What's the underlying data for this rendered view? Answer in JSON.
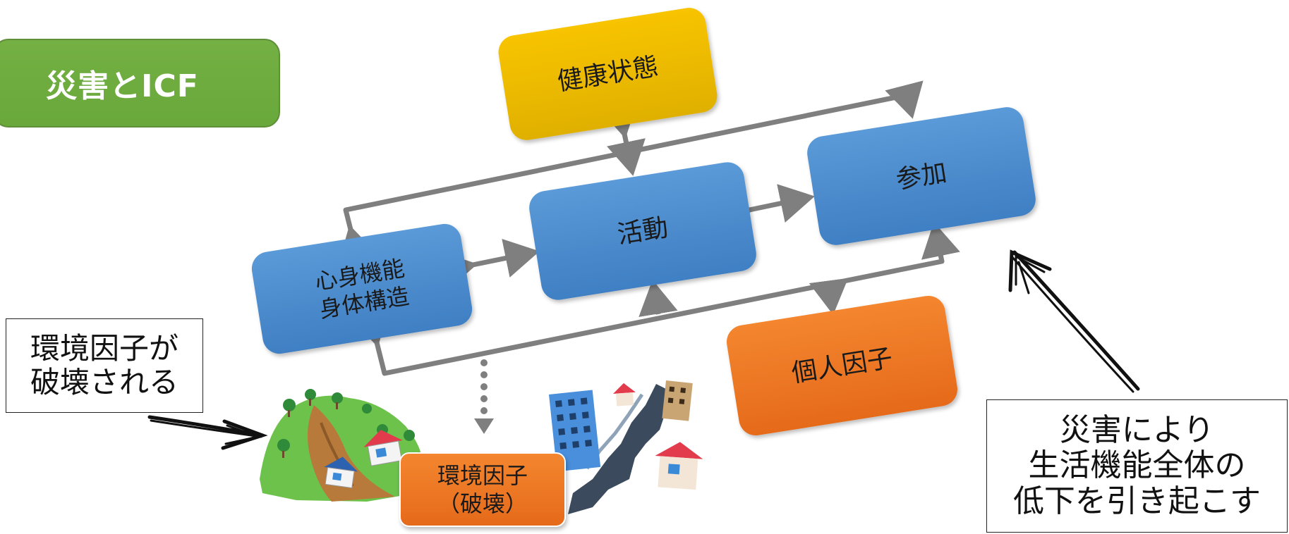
{
  "title": "災害とICF",
  "nodes": {
    "health_condition": "健康状態",
    "body_functions": [
      "心身機能",
      "身体構造"
    ],
    "activity": "活動",
    "participation": "参加",
    "personal_factors": "個人因子",
    "environmental_factors": [
      "環境因子",
      "（破壊）"
    ]
  },
  "notes": {
    "environment_destroyed": [
      "環境因子が",
      "破壊される"
    ],
    "disaster_effect": [
      "災害により",
      "生活機能全体の",
      "低下を引き起こす"
    ]
  },
  "colors": {
    "title_green": "#6aa83c",
    "node_blue": "#4a8acd",
    "node_gold": "#f0bb00",
    "node_orange": "#ee7a24",
    "connector_gray": "#7f7f7f"
  }
}
